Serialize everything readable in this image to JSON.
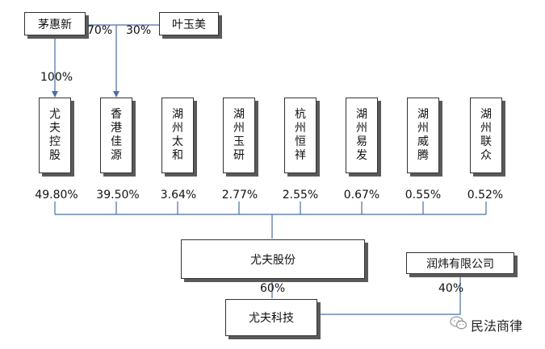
{
  "owners": {
    "mao": "茅惠新",
    "ye": "叶玉美"
  },
  "pct_top": {
    "mao_to_hk": "70%",
    "ye_to_hk": "30%",
    "mao_to_youfu": "100%"
  },
  "shareholders": [
    {
      "name": "尤夫控股",
      "pct": "49.80%"
    },
    {
      "name": "香港佳源",
      "pct": "39.50%"
    },
    {
      "name": "湖州太和",
      "pct": "3.64%"
    },
    {
      "name": "湖州玉研",
      "pct": "2.77%"
    },
    {
      "name": "杭州恒祥",
      "pct": "2.55%"
    },
    {
      "name": "湖州易发",
      "pct": "0.67%"
    },
    {
      "name": "湖州威腾",
      "pct": "0.55%"
    },
    {
      "name": "湖州联众",
      "pct": "0.52%"
    }
  ],
  "company": "尤夫股份",
  "partner": "润炜有限公司",
  "subsidiary": "尤夫科技",
  "pct_bottom": {
    "company_to_sub": "60%",
    "partner_to_sub": "40%"
  },
  "watermark": "民法商律",
  "colors": {
    "line": "#4a6fa0",
    "border": "#333333"
  },
  "icons": {
    "watermark": "wechat-icon"
  }
}
